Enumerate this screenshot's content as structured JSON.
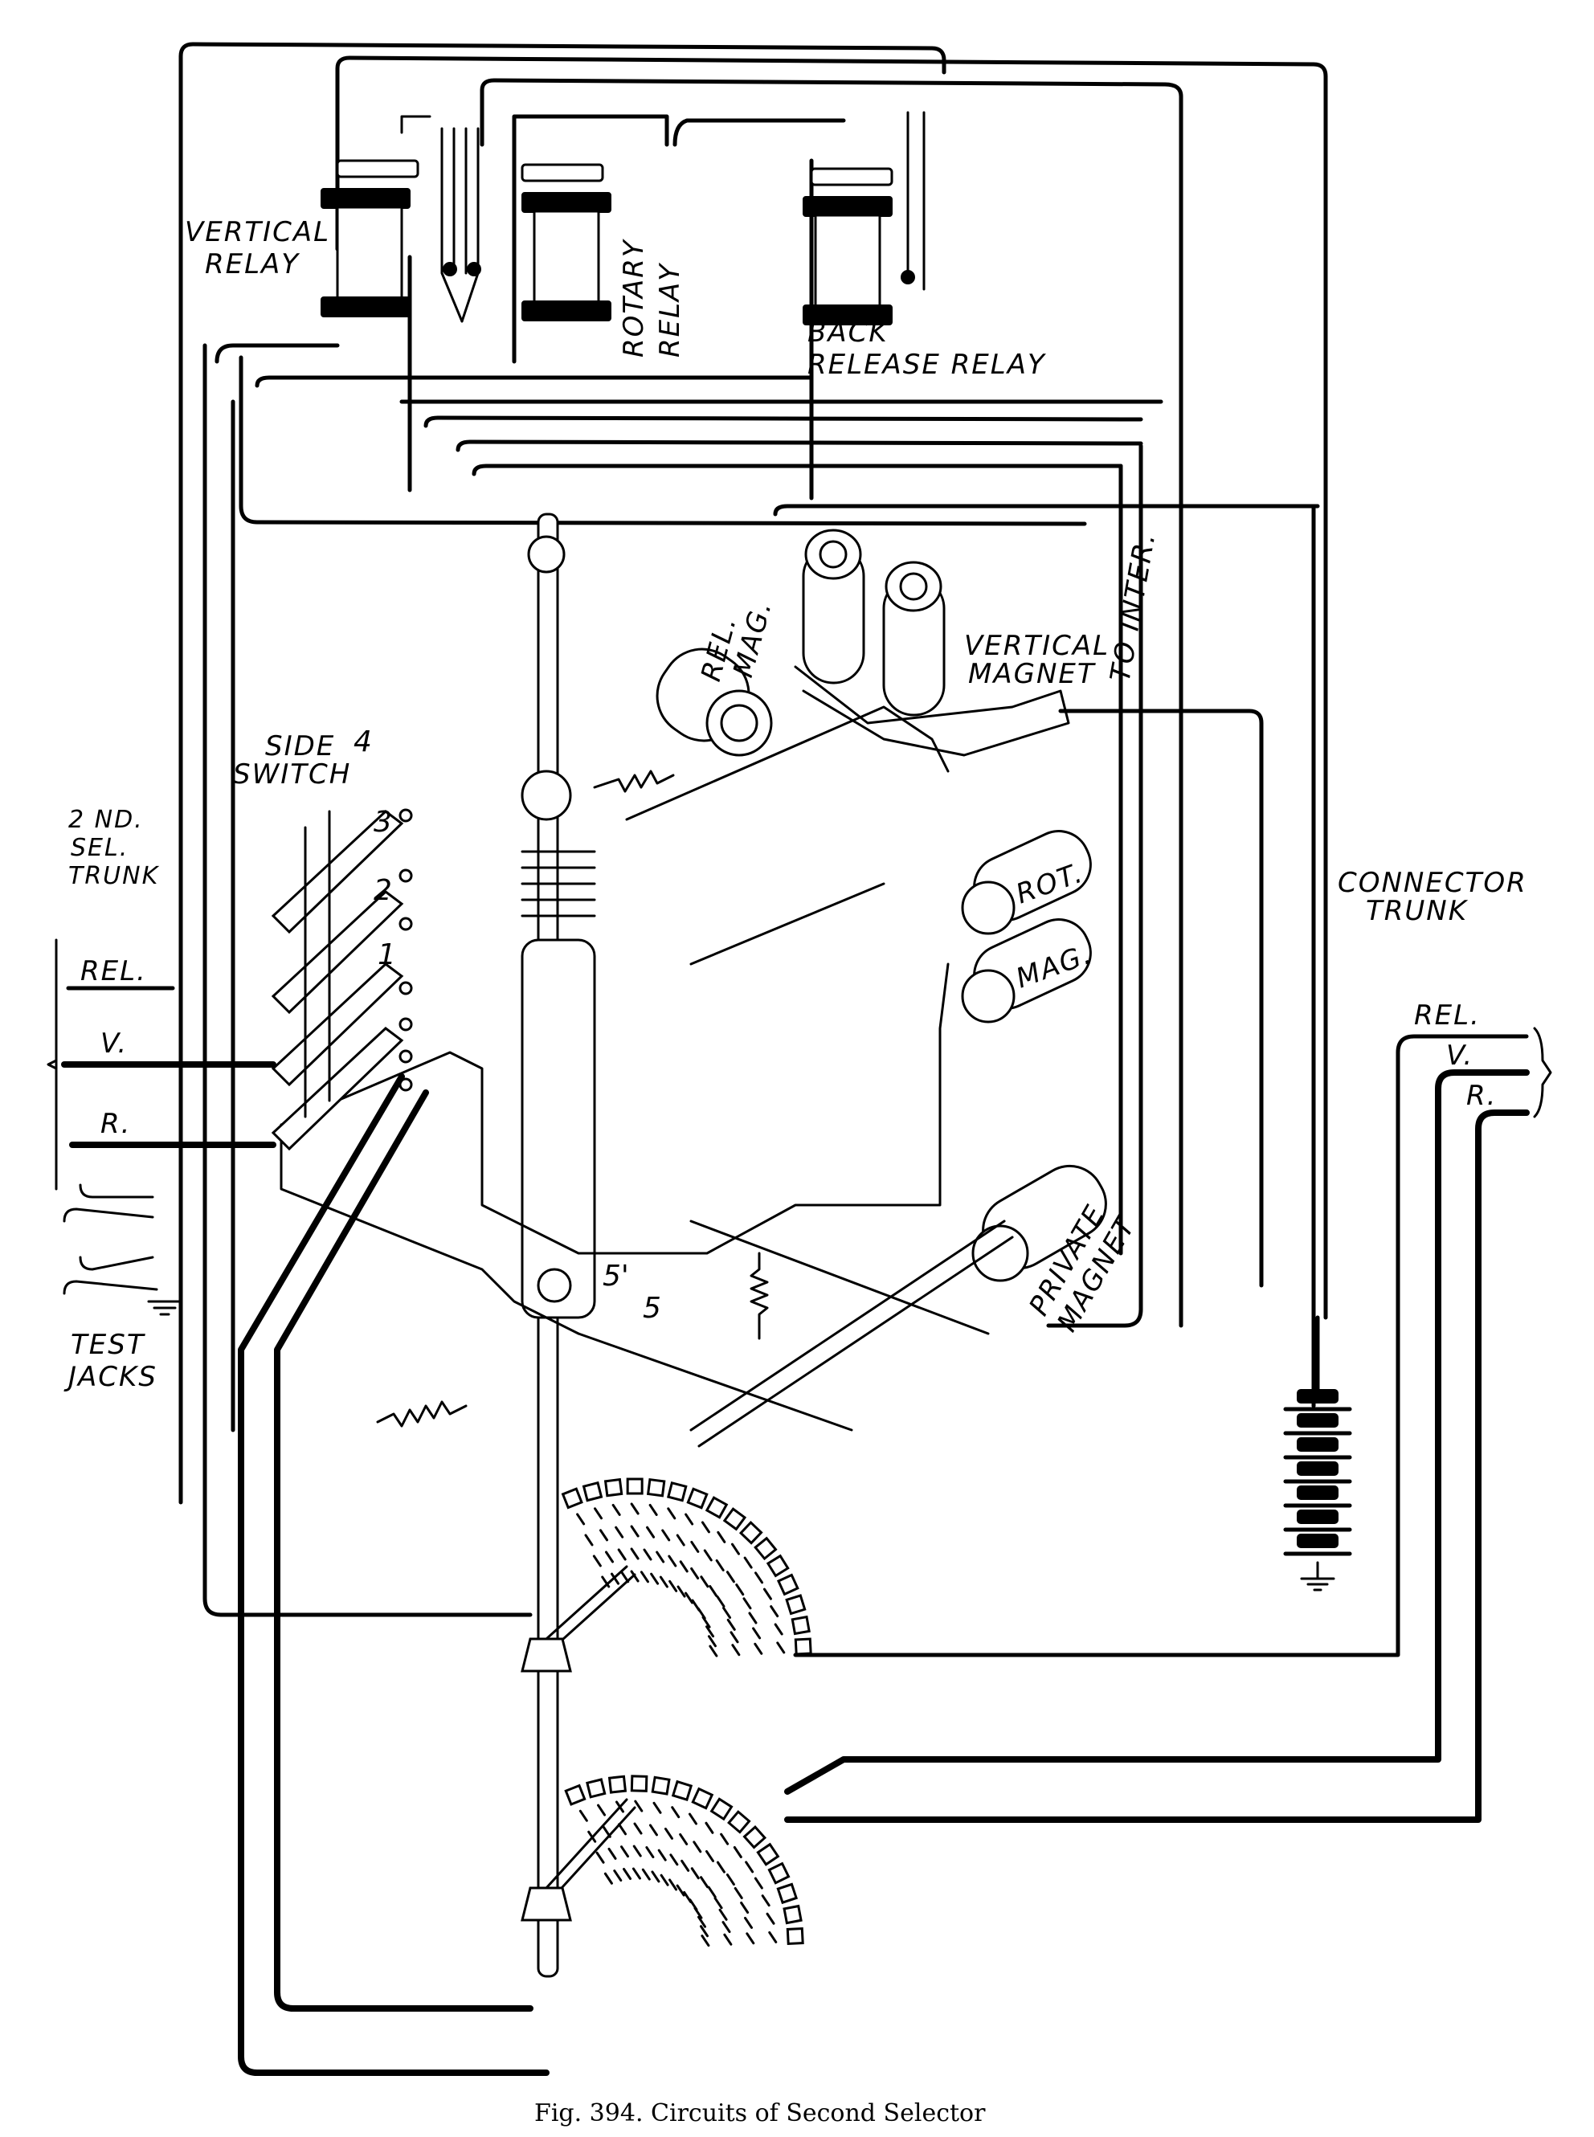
{
  "figure": {
    "caption": "Fig. 394.   Circuits of Second Selector"
  },
  "labels": {
    "vertical_relay": [
      "VERTICAL",
      "RELAY"
    ],
    "rotary_relay": [
      "ROTARY",
      "RELAY"
    ],
    "back_release_relay": [
      "BACK",
      "RELEASE RELAY"
    ],
    "rel_mag": [
      "REL.",
      "MAG."
    ],
    "vertical_magnet": [
      "VERTICAL",
      "MAGNET"
    ],
    "to_inter": "TO INTER.",
    "side_switch": [
      "SIDE",
      "SWITCH"
    ],
    "side_switch_positions": [
      "4",
      "3",
      "2",
      "1"
    ],
    "second_sel_trunk": [
      "2 ND.",
      "SEL.",
      "TRUNK"
    ],
    "left_trunk_lines": [
      "REL.",
      "V.",
      "R."
    ],
    "test_jacks": [
      "TEST",
      "JACKS"
    ],
    "rot_mag": [
      "ROT.",
      "MAG."
    ],
    "connector_trunk": [
      "CONNECTOR",
      "TRUNK"
    ],
    "right_trunk_lines": [
      "REL.",
      "V.",
      "R."
    ],
    "private_magnet": [
      "PRIVATE",
      "MAGNET"
    ],
    "contact_numbers": [
      "5'",
      "5"
    ]
  }
}
